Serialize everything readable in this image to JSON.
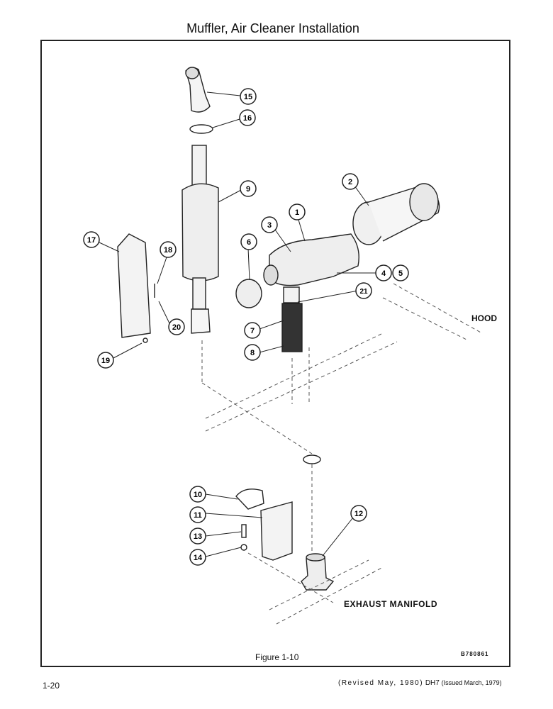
{
  "page": {
    "title": "Muffler, Air Cleaner Installation",
    "figure_caption": "Figure 1-10",
    "drawing_code": "B780861",
    "page_number": "1-20",
    "footer_revised": "(Revised May, 1980)",
    "footer_model": "DH7",
    "footer_issued": "(Issued March, 1979)"
  },
  "labels": {
    "hood": "HOOD",
    "exhaust_manifold": "EXHAUST MANIFOLD"
  },
  "callouts": [
    "15",
    "16",
    "9",
    "17",
    "18",
    "20",
    "19",
    "1",
    "2",
    "3",
    "6",
    "4",
    "5",
    "21",
    "7",
    "8",
    "10",
    "11",
    "13",
    "14",
    "12"
  ]
}
